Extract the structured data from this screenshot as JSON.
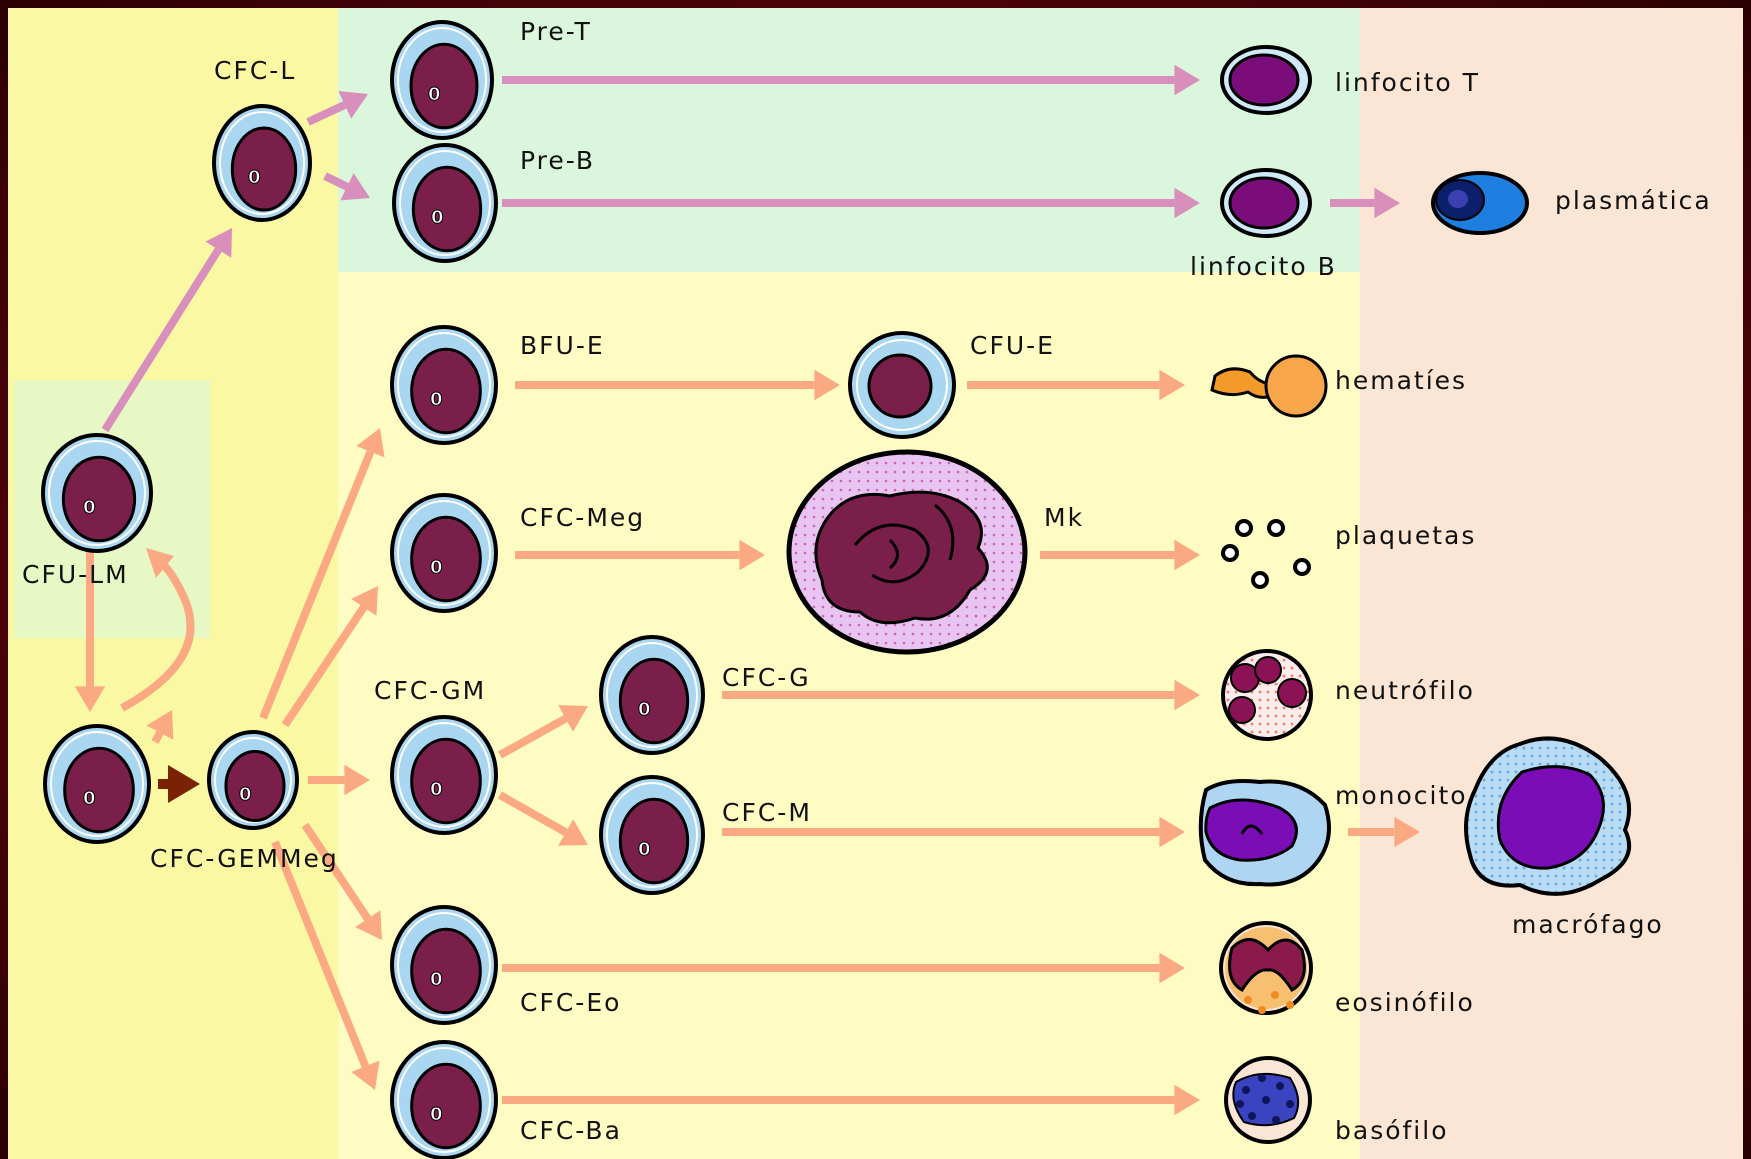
{
  "colors": {
    "frame": "#6e0a12",
    "yellow_panel": "#fffcc3",
    "left_panel": "#fbf8a4",
    "lymphoid_panel": "#daf7de",
    "mature_panel": "#fbe5d4",
    "lm_box": "#e7f8c5",
    "cell_nucleus": "#7a1e4a",
    "cell_ring": "#a9d6f0",
    "lymphoid_arrow": "#d98fbb",
    "myeloid_arrow": "#fba982",
    "dark_arrow": "#7a2205"
  },
  "labels": {
    "cfu_lm": "CFU-LM",
    "cfc_l": "CFC-L",
    "pre_t": "Pre-T",
    "pre_b": "Pre-B",
    "linfocito_t": "linfocito T",
    "linfocito_b": "linfocito B",
    "plasmatica": "plasmática",
    "bfu_e": "BFU-E",
    "cfu_e": "CFU-E",
    "hematies": "hematíes",
    "cfc_meg": "CFC-Meg",
    "mk": "Mk",
    "plaquetas": "plaquetas",
    "cfc_gm": "CFC-GM",
    "cfc_g": "CFC-G",
    "neutrofilo": "neutrófilo",
    "cfc_m": "CFC-M",
    "monocito": "monocito",
    "macrofago": "macrófago",
    "cfc_gemmeg": "CFC-GEMMeg",
    "cfc_eo": "CFC-Eo",
    "eosinofilo": "eosinófilo",
    "cfc_ba": "CFC-Ba",
    "basofilo": "basófilo"
  },
  "cell_mark": "0"
}
